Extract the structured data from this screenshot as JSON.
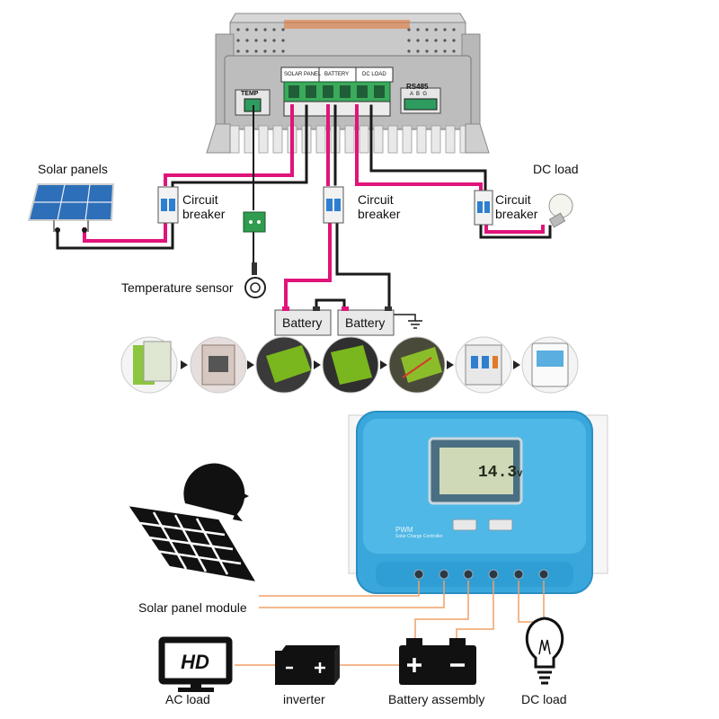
{
  "top_diagram": {
    "controller_ports": {
      "temp": "TEMP",
      "solar_panel": "SOLAR PANEL",
      "battery": "BATTERY",
      "dc_load": "DC LOAD",
      "rs485": "RS485",
      "rs485_pins": "A  B  G"
    },
    "labels": {
      "solar_panels": "Solar panels",
      "dc_load": "DC load",
      "breaker_1": "Circuit\nbreaker",
      "breaker_2": "Circuit\nbreaker",
      "breaker_3": "Circuit\nbreaker",
      "temperature_sensor": "Temperature sensor",
      "battery_1": "Battery",
      "battery_2": "Battery"
    },
    "wire_colors": {
      "positive": "#e0147a",
      "negative": "#1a1a1a"
    }
  },
  "install_steps": {
    "count_shown": 7,
    "step_icons": [
      "manual-icon",
      "breaker-box-icon",
      "controller-icon",
      "controller-closeup-icon",
      "wiring-icon",
      "breaker-icon",
      "display-icon"
    ]
  },
  "bottom_diagram": {
    "controller": {
      "brand_text": "PWM",
      "sub_text": "Solar Charge Controller",
      "lcd_value": "14.3",
      "lcd_unit": "V",
      "body_color": "#3aa7dc"
    },
    "labels": {
      "solar_panel_module": "Solar panel module",
      "ac_load": "AC load",
      "inverter": "inverter",
      "battery_assembly": "Battery assembly",
      "dc_load": "DC load"
    },
    "wire_color": "#f0a066"
  }
}
